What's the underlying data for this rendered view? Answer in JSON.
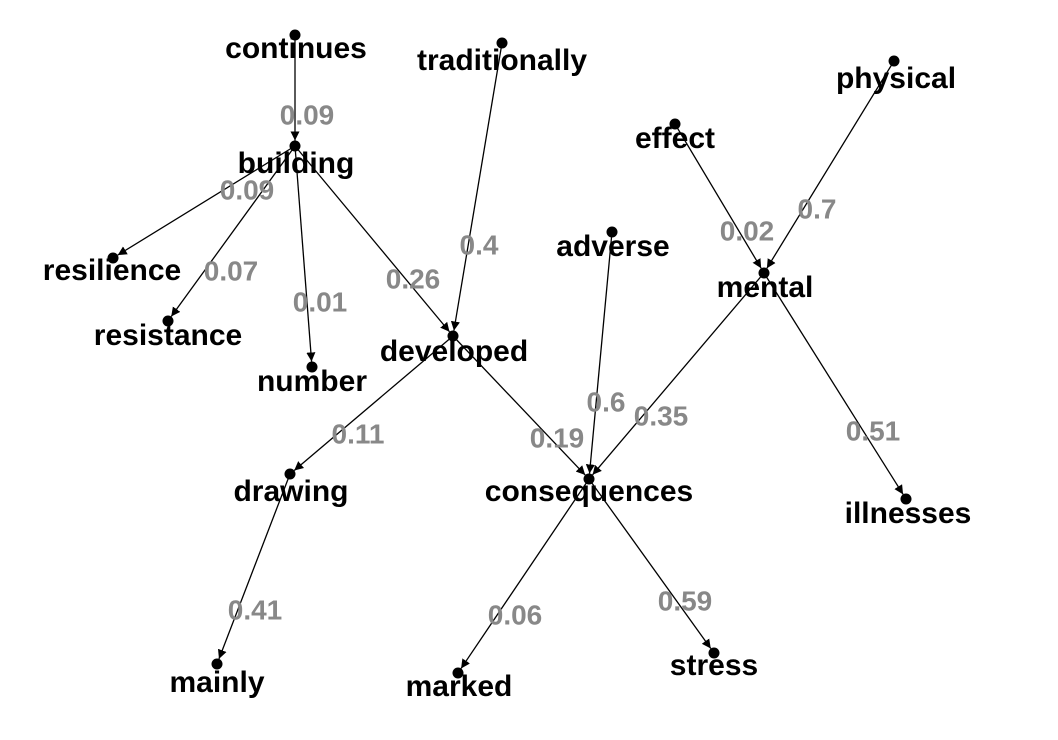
{
  "nodes": [
    {
      "id": "continues",
      "label": "continues"
    },
    {
      "id": "traditionally",
      "label": "traditionally"
    },
    {
      "id": "physical",
      "label": "physical"
    },
    {
      "id": "building",
      "label": "building"
    },
    {
      "id": "effect",
      "label": "effect"
    },
    {
      "id": "adverse",
      "label": "adverse"
    },
    {
      "id": "resilience",
      "label": "resilience"
    },
    {
      "id": "mental",
      "label": "mental"
    },
    {
      "id": "resistance",
      "label": "resistance"
    },
    {
      "id": "developed",
      "label": "developed"
    },
    {
      "id": "number",
      "label": "number"
    },
    {
      "id": "drawing",
      "label": "drawing"
    },
    {
      "id": "consequences",
      "label": "consequences"
    },
    {
      "id": "illnesses",
      "label": "illnesses"
    },
    {
      "id": "mainly",
      "label": "mainly"
    },
    {
      "id": "marked",
      "label": "marked"
    },
    {
      "id": "stress",
      "label": "stress"
    }
  ],
  "edges": [
    {
      "from": "continues",
      "to": "building",
      "weight": "0.09"
    },
    {
      "from": "building",
      "to": "resilience",
      "weight": "0.09"
    },
    {
      "from": "building",
      "to": "resistance",
      "weight": "0.07"
    },
    {
      "from": "building",
      "to": "number",
      "weight": "0.01"
    },
    {
      "from": "building",
      "to": "developed",
      "weight": "0.26"
    },
    {
      "from": "traditionally",
      "to": "developed",
      "weight": "0.4"
    },
    {
      "from": "effect",
      "to": "mental",
      "weight": "0.02"
    },
    {
      "from": "physical",
      "to": "mental",
      "weight": "0.7"
    },
    {
      "from": "adverse",
      "to": "consequences",
      "weight": "0.6"
    },
    {
      "from": "mental",
      "to": "consequences",
      "weight": "0.35"
    },
    {
      "from": "mental",
      "to": "illnesses",
      "weight": "0.51"
    },
    {
      "from": "developed",
      "to": "drawing",
      "weight": "0.11"
    },
    {
      "from": "developed",
      "to": "consequences",
      "weight": "0.19"
    },
    {
      "from": "drawing",
      "to": "mainly",
      "weight": "0.41"
    },
    {
      "from": "consequences",
      "to": "marked",
      "weight": "0.06"
    },
    {
      "from": "consequences",
      "to": "stress",
      "weight": "0.59"
    }
  ]
}
